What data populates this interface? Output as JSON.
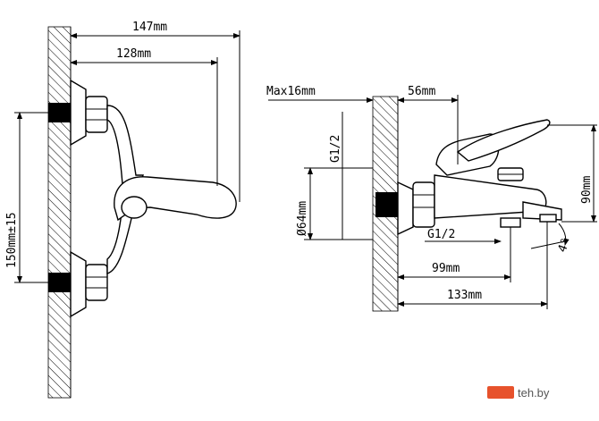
{
  "dimensions": {
    "width_147": "147mm",
    "width_128": "128mm",
    "height_150": "150mm±15",
    "max_16": "Max16mm",
    "depth_56": "56mm",
    "thread_top": "G1/2",
    "dia_64": "Ø64mm",
    "height_90": "90mm",
    "thread_bottom": "G1/2",
    "angle": "4°",
    "depth_99": "99mm",
    "depth_133": "133mm"
  },
  "watermark": {
    "text": "teh.by"
  }
}
